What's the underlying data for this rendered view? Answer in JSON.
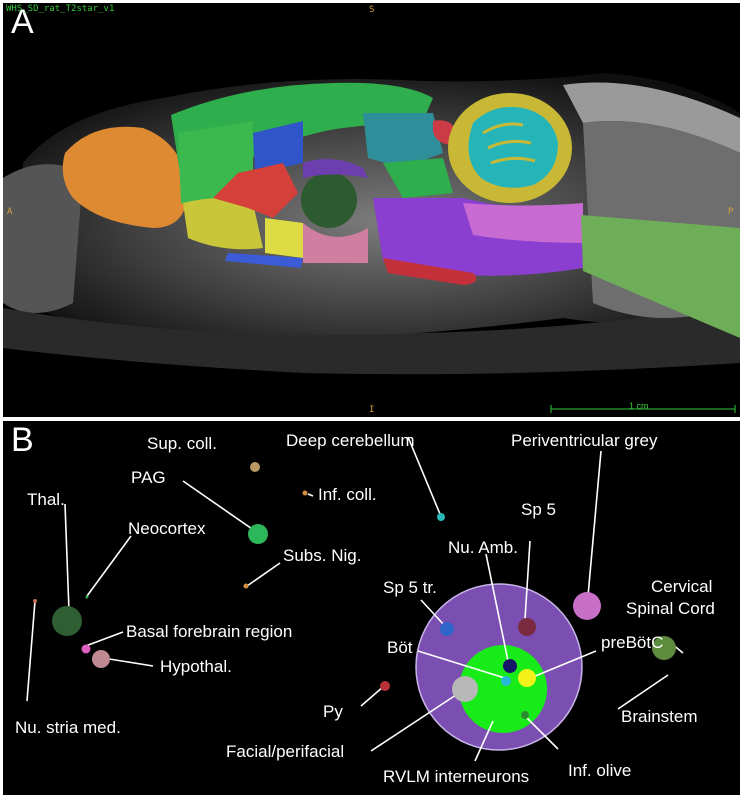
{
  "panel_a": {
    "letter": "A",
    "scan_title": "WHS_SD_rat_T2star_v1",
    "orient_top": "S",
    "orient_left": "A",
    "orient_right": "P",
    "orient_bottom": "I",
    "scale_label": "1 cm"
  },
  "panel_b": {
    "letter": "B",
    "labels": {
      "sup_coll": "Sup. coll.",
      "deep_cerebellum": "Deep cerebellum",
      "periventricular_grey": "Periventricular grey",
      "pag": "PAG",
      "inf_coll": "Inf. coll.",
      "thal": "Thal.",
      "neocortex": "Neocortex",
      "sp5": "Sp 5",
      "nu_amb": "Nu. Amb.",
      "subs_nig": "Subs. Nig.",
      "cervical_1": "Cervical",
      "cervical_2": "Spinal Cord",
      "sp5tr": "Sp 5 tr.",
      "basal_forebrain": "Basal forebrain region",
      "prebotc": "preBötC",
      "bot": "Böt",
      "hypothal": "Hypothal.",
      "brainstem": "Brainstem",
      "py": "Py",
      "nu_stria": "Nu. stria med.",
      "facial": "Facial/perifacial",
      "inf_olive": "Inf. olive",
      "rvlm": "RVLM interneurons"
    },
    "colors": {
      "brainstem": "#7b4fb1",
      "rvlm": "#1ee81e",
      "thal": "#2f5e32",
      "pag": "#2eb65a",
      "periventricular": "#c870c8",
      "cervical": "#5d8c3e"
    }
  }
}
